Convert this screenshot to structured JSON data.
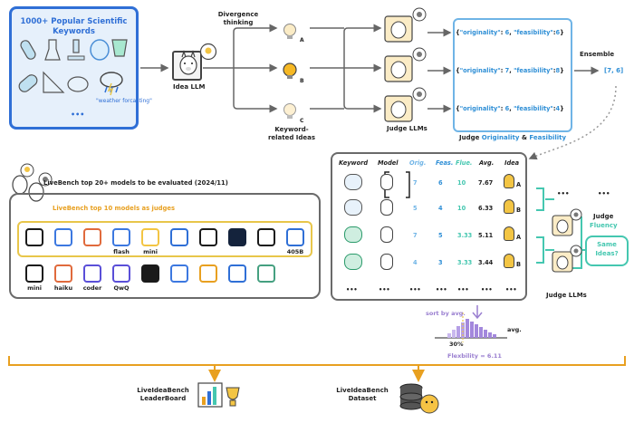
{
  "colors": {
    "blue": "#2f6fd6",
    "light_blue": "#6fb4e6",
    "yellow": "#e8c64a",
    "teal": "#45c7b0",
    "gray": "#6a6a6a",
    "orange": "#e8a020",
    "purple": "#9a7fd0"
  },
  "keywords": {
    "title": "1000+ Popular Scientific Keywords",
    "example": "\"weather forcasting\"",
    "more": "•••"
  },
  "idea_llm": {
    "label": "Idea LLM"
  },
  "divergence": {
    "label": "Divergence thinking"
  },
  "ideas": {
    "a": "A",
    "b": "B",
    "c": "C",
    "label": "Keyword-related Ideas"
  },
  "judge_top": {
    "label": "Judge LLMs"
  },
  "scores": [
    {
      "orig_key": "\"originality\"",
      "orig_val": "6",
      "feas_key": "\"feasibility\"",
      "feas_val": "6"
    },
    {
      "orig_key": "\"originality\"",
      "orig_val": "7",
      "feas_key": "\"feasibility\"",
      "feas_val": "8"
    },
    {
      "orig_key": "\"originality\"",
      "orig_val": "6",
      "feas_key": "\"feasibility\"",
      "feas_val": "4"
    }
  ],
  "score_caption": {
    "prefix": "Judge",
    "orig": "Originality",
    "amp": "&",
    "feas": "Feasibility"
  },
  "ensemble": {
    "label": "Ensemble",
    "result": "[7, 6]"
  },
  "livebench": {
    "top20": "LiveBench top 20+ models to be evaluated (2024/11)",
    "top10": "LiveBench top 10 models as judges"
  },
  "models_judge": [
    {
      "icon": "gpt-icon",
      "label": ""
    },
    {
      "icon": "gemini-icon",
      "label": ""
    },
    {
      "icon": "claude-icon",
      "label": ""
    },
    {
      "icon": "gemini-flash-icon",
      "label": "flash"
    },
    {
      "icon": "mini-icon",
      "label": "mini"
    },
    {
      "icon": "step-icon",
      "label": ""
    },
    {
      "icon": "openai-icon",
      "label": ""
    },
    {
      "icon": "gemini-dark-icon",
      "label": ""
    },
    {
      "icon": "xai-icon",
      "label": ""
    },
    {
      "icon": "meta-icon",
      "label": "405B"
    }
  ],
  "models_eval": [
    {
      "icon": "openai-mini-icon",
      "label": "mini"
    },
    {
      "icon": "claude-haiku-icon",
      "label": "haiku"
    },
    {
      "icon": "qwen-coder-icon",
      "label": "coder"
    },
    {
      "icon": "qwq-icon",
      "label": "QwQ"
    },
    {
      "icon": "step-dark-icon",
      "label": ""
    },
    {
      "icon": "deepseek-icon",
      "label": ""
    },
    {
      "icon": "mistral-icon",
      "label": ""
    },
    {
      "icon": "meta-icon-2",
      "label": ""
    },
    {
      "icon": "other-icon",
      "label": ""
    }
  ],
  "table": {
    "headers": {
      "keyword": "Keyword",
      "model": "Model",
      "orig": "Orig.",
      "feas": "Feas.",
      "flue": "Flue.",
      "avg": "Avg.",
      "idea": "Idea"
    },
    "rows": [
      {
        "orig": "7",
        "feas": "6",
        "flue": "10",
        "avg": "7.67",
        "idea": "A"
      },
      {
        "orig": "5",
        "feas": "4",
        "flue": "10",
        "avg": "6.33",
        "idea": "B"
      },
      {
        "orig": "7",
        "feas": "5",
        "flue": "3.33",
        "avg": "5.11",
        "idea": "A"
      },
      {
        "orig": "4",
        "feas": "3",
        "flue": "3.33",
        "avg": "3.44",
        "idea": "B"
      }
    ],
    "more": "•••"
  },
  "fluency": {
    "judge": "Judge",
    "fluency": "Fluency",
    "same": "Same Ideas?",
    "judge_llms": "Judge LLMs",
    "more": "•••"
  },
  "flex": {
    "sort": "sort by avg.",
    "avg": "avg.",
    "pct": "30%",
    "label": "Flexbility = 6.11"
  },
  "outputs": {
    "leaderboard": "LiveIdeaBench LeaderBoard",
    "dataset": "LiveIdeaBench Dataset"
  }
}
